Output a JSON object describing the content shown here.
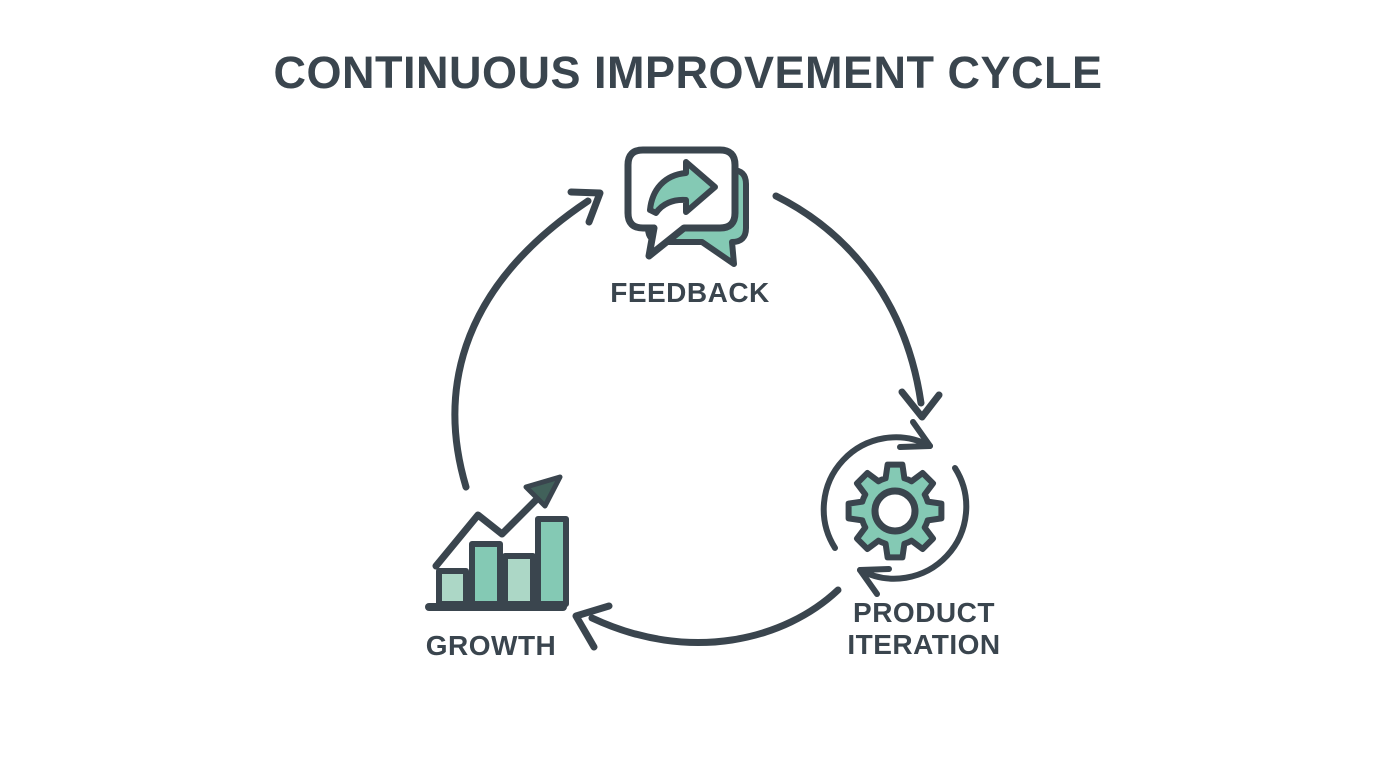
{
  "title": "CONTINUOUS IMPROVEMENT CYCLE",
  "diagram": {
    "type": "cycle",
    "nodes": [
      {
        "id": "feedback",
        "label": "FEEDBACK",
        "icon": "speech-bubbles-forward-arrow-icon"
      },
      {
        "id": "product-iteration",
        "label": "PRODUCT ITERATION",
        "icon": "gear-sync-arrows-icon"
      },
      {
        "id": "growth",
        "label": "GROWTH",
        "icon": "bar-chart-rising-arrow-icon"
      }
    ],
    "edges": [
      {
        "from": "feedback",
        "to": "product-iteration"
      },
      {
        "from": "product-iteration",
        "to": "growth"
      },
      {
        "from": "growth",
        "to": "feedback"
      }
    ]
  },
  "colors": {
    "ink": "#3a454e",
    "teal": "#84c9b4",
    "teal_light": "#acd7c6",
    "arrowhead_dark": "#41615a",
    "background": "#ffffff"
  }
}
